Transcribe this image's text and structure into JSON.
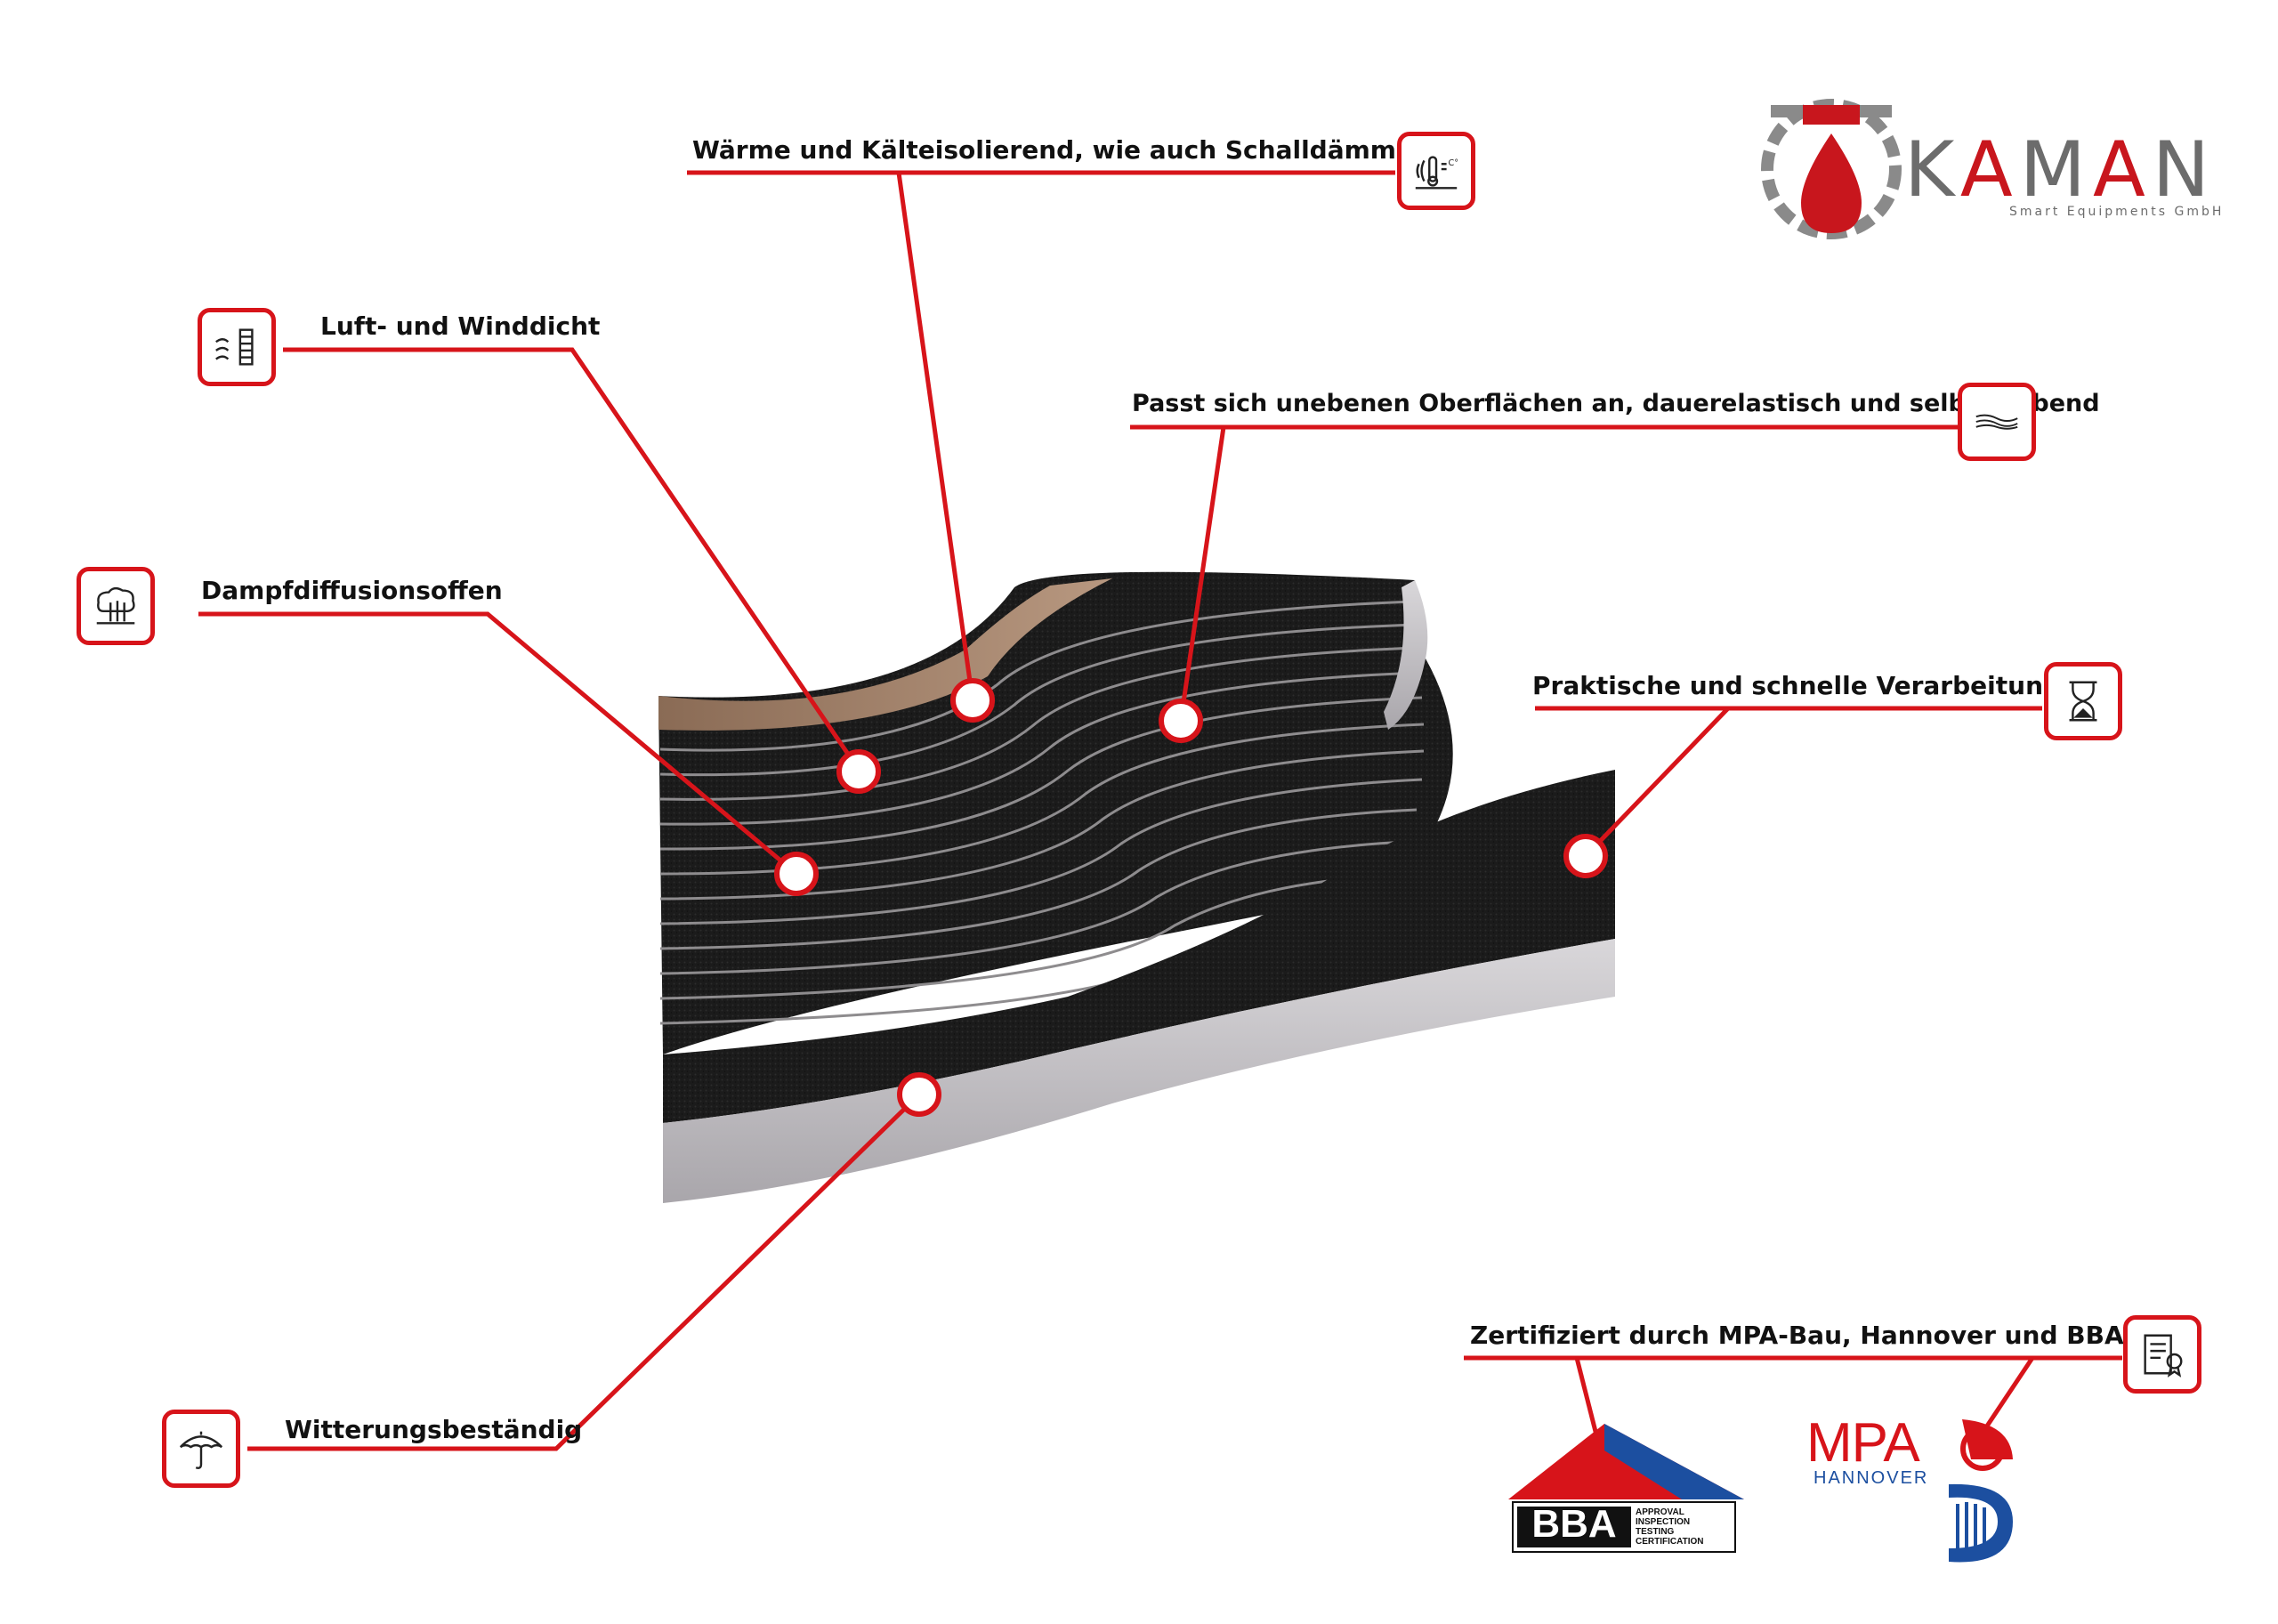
{
  "brand": {
    "name_part1": "K",
    "name_part2": "A",
    "name_part3": "M",
    "name_part4": "A",
    "name_part5": "N",
    "tagline": "Smart Equipments GmbH",
    "colors": {
      "red": "#c8161d",
      "gray": "#6c6c6c"
    }
  },
  "features": [
    {
      "label": "Wärme und Kälteisolierend, wie auch Schalldämmend",
      "icon": "insulation-icon"
    },
    {
      "label": "Luft- und Winddicht",
      "icon": "wind-wall-icon"
    },
    {
      "label": "Passt sich unebenen Oberflächen an, dauerelastisch und selbstklebend",
      "icon": "surface-adapt-icon"
    },
    {
      "label": "Dampfdiffusionsoffen",
      "icon": "vapor-icon"
    },
    {
      "label": "Praktische und schnelle Verarbeitung",
      "icon": "hourglass-icon"
    },
    {
      "label": "Witterungsbeständig",
      "icon": "umbrella-icon"
    },
    {
      "label": "Zertifiziert durch MPA-Bau, Hannover und BBA",
      "icon": "certificate-icon"
    }
  ],
  "certifications": {
    "bba": {
      "name": "BBA",
      "lines": [
        "APPROVAL",
        "INSPECTION",
        "TESTING",
        "CERTIFICATION"
      ]
    },
    "mpa": {
      "name": "MPA",
      "city": "HANNOVER"
    }
  },
  "accent_color": "#d7141a"
}
